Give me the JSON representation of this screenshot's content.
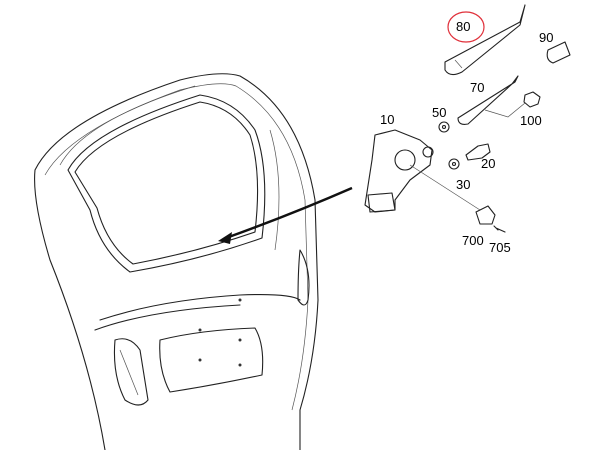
{
  "diagram": {
    "part_labels": {
      "p80": "80",
      "p90": "90",
      "p70": "70",
      "p50": "50",
      "p100": "100",
      "p10": "10",
      "p20": "20",
      "p30": "30",
      "p700": "700",
      "p705": "705"
    },
    "highlight_color": "#e0303a"
  }
}
